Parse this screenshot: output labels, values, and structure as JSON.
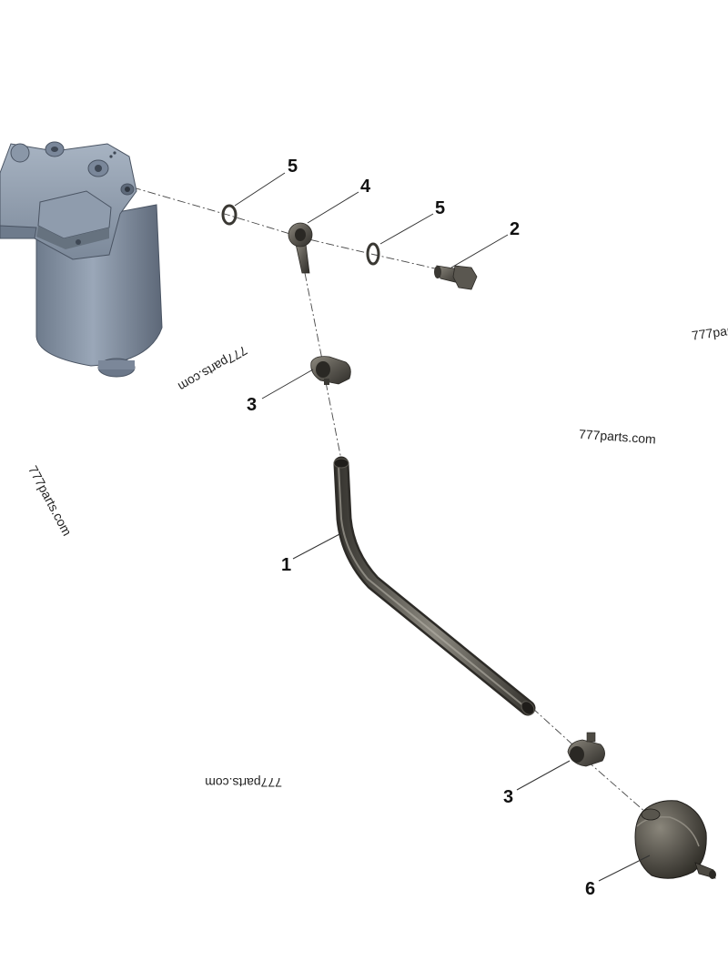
{
  "callouts": {
    "c1": "1",
    "c2": "2",
    "c3a": "3",
    "c3b": "3",
    "c4": "4",
    "c5a": "5",
    "c5b": "5",
    "c6": "6"
  },
  "watermarks": {
    "w1": "777parts.com",
    "w2": "777parts.com",
    "w3": "777parts.com",
    "w4": "777parts.com",
    "w5": "777par"
  },
  "colors": {
    "pump_body": "#8a97a8",
    "pump_shadow": "#5f6b7b",
    "metal_dark": "#3f3c36",
    "metal_mid": "#6d6a62",
    "metal_light": "#a9a69c"
  }
}
